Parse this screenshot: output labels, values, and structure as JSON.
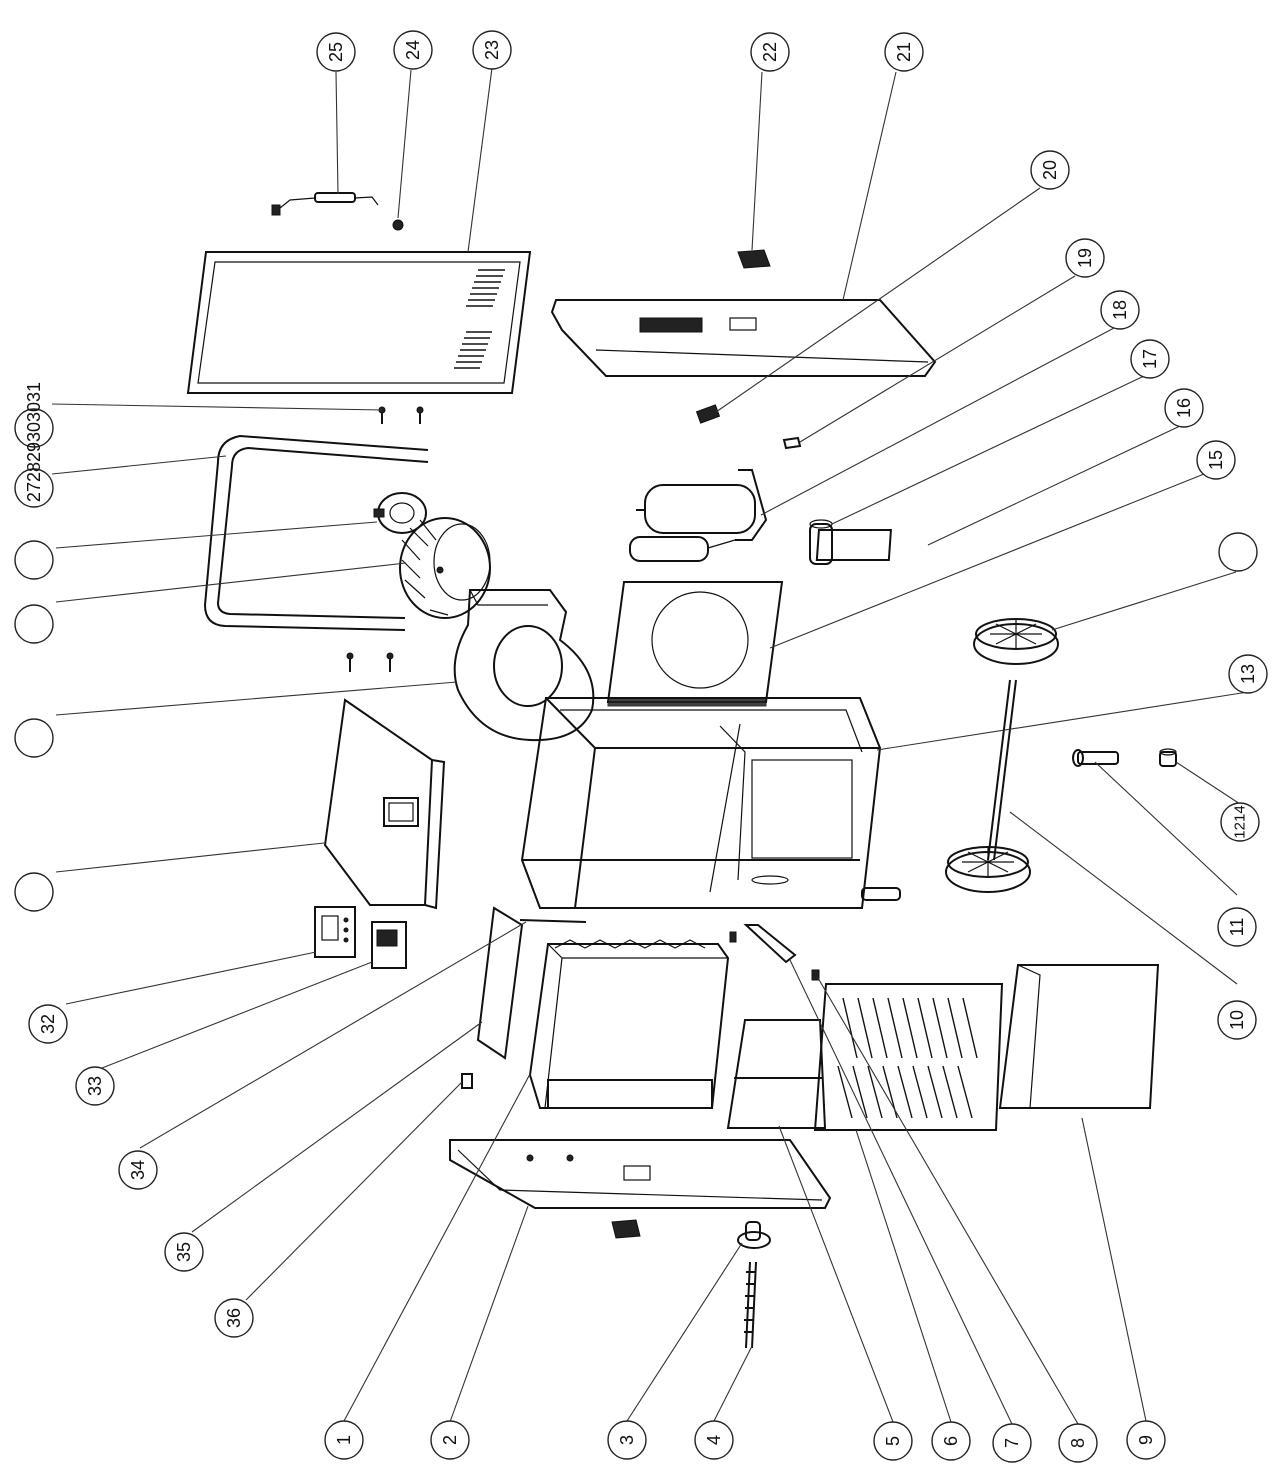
{
  "diagram": {
    "callouts": [
      {
        "label": "1"
      },
      {
        "label": "2"
      },
      {
        "label": "3"
      },
      {
        "label": "4"
      },
      {
        "label": "5"
      },
      {
        "label": "6"
      },
      {
        "label": "7"
      },
      {
        "label": "8"
      },
      {
        "label": "9"
      },
      {
        "label": "10"
      },
      {
        "label": "11"
      },
      {
        "label": "1214"
      },
      {
        "label": "13"
      },
      {
        "label": "15"
      },
      {
        "label": "16"
      },
      {
        "label": "17"
      },
      {
        "label": "18"
      },
      {
        "label": "19"
      },
      {
        "label": "20"
      },
      {
        "label": "21"
      },
      {
        "label": "22"
      },
      {
        "label": "23"
      },
      {
        "label": "24"
      },
      {
        "label": "25"
      },
      {
        "label": "272829303031"
      },
      {
        "label": "32"
      },
      {
        "label": "33"
      },
      {
        "label": "34"
      },
      {
        "label": "35"
      },
      {
        "label": "36"
      },
      {
        "label": ""
      },
      {
        "label": ""
      },
      {
        "label": ""
      },
      {
        "label": ""
      },
      {
        "label": ""
      }
    ]
  }
}
